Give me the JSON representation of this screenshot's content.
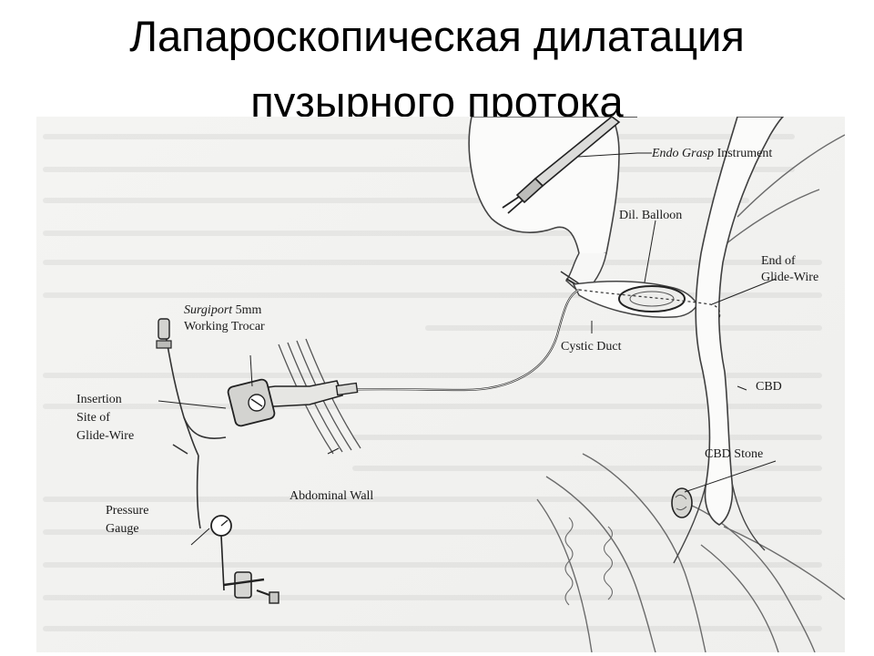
{
  "slide": {
    "title_line1": "Лапароскопическая дилатация",
    "title_line2": "пузырного протока"
  },
  "figure": {
    "labels": {
      "endo_grasp_name": "Endo Grasp",
      "endo_grasp_rest": " Instrument",
      "dil_balloon": "Dil. Balloon",
      "end_of": "End of",
      "glide_wire": "Glide-Wire",
      "surgiport_name": "Surgiport",
      "surgiport_rest": " 5mm",
      "working_trocar": "Working Trocar",
      "insertion": "Insertion",
      "site_of": "Site of",
      "glide_wire_2": "Glide-Wire",
      "cystic_duct": "Cystic Duct",
      "cbd": "CBD",
      "cbd_stone": "CBD Stone",
      "abdominal_wall": "Abdominal Wall",
      "pressure": "Pressure",
      "gauge": "Gauge"
    }
  }
}
